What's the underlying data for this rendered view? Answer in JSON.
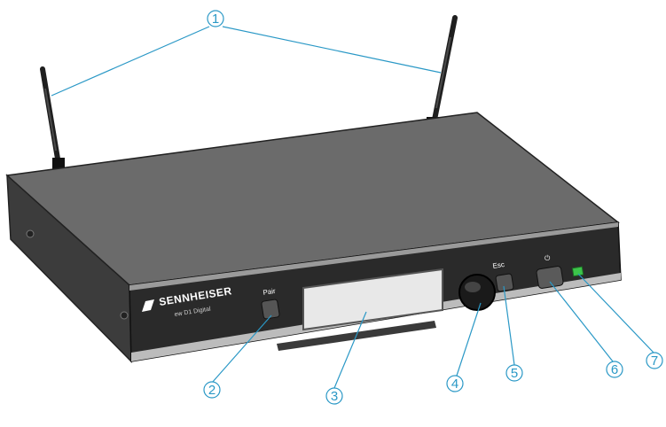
{
  "device": {
    "brand": "SENNHEISER",
    "model": "ew D1 Digital",
    "pair_label": "Pair",
    "esc_label": "Esc",
    "power_symbol": "⏻",
    "led_color": "#3cc44a"
  },
  "callouts": [
    {
      "number": "1",
      "item": "antennas"
    },
    {
      "number": "2",
      "item": "pair-button"
    },
    {
      "number": "3",
      "item": "display"
    },
    {
      "number": "4",
      "item": "jog-dial"
    },
    {
      "number": "5",
      "item": "esc-button"
    },
    {
      "number": "6",
      "item": "power-button"
    },
    {
      "number": "7",
      "item": "status-led"
    }
  ],
  "colors": {
    "callout": "#2a98c6",
    "body_top": "#6b6b6b",
    "front_panel": "#2a2a2a"
  }
}
